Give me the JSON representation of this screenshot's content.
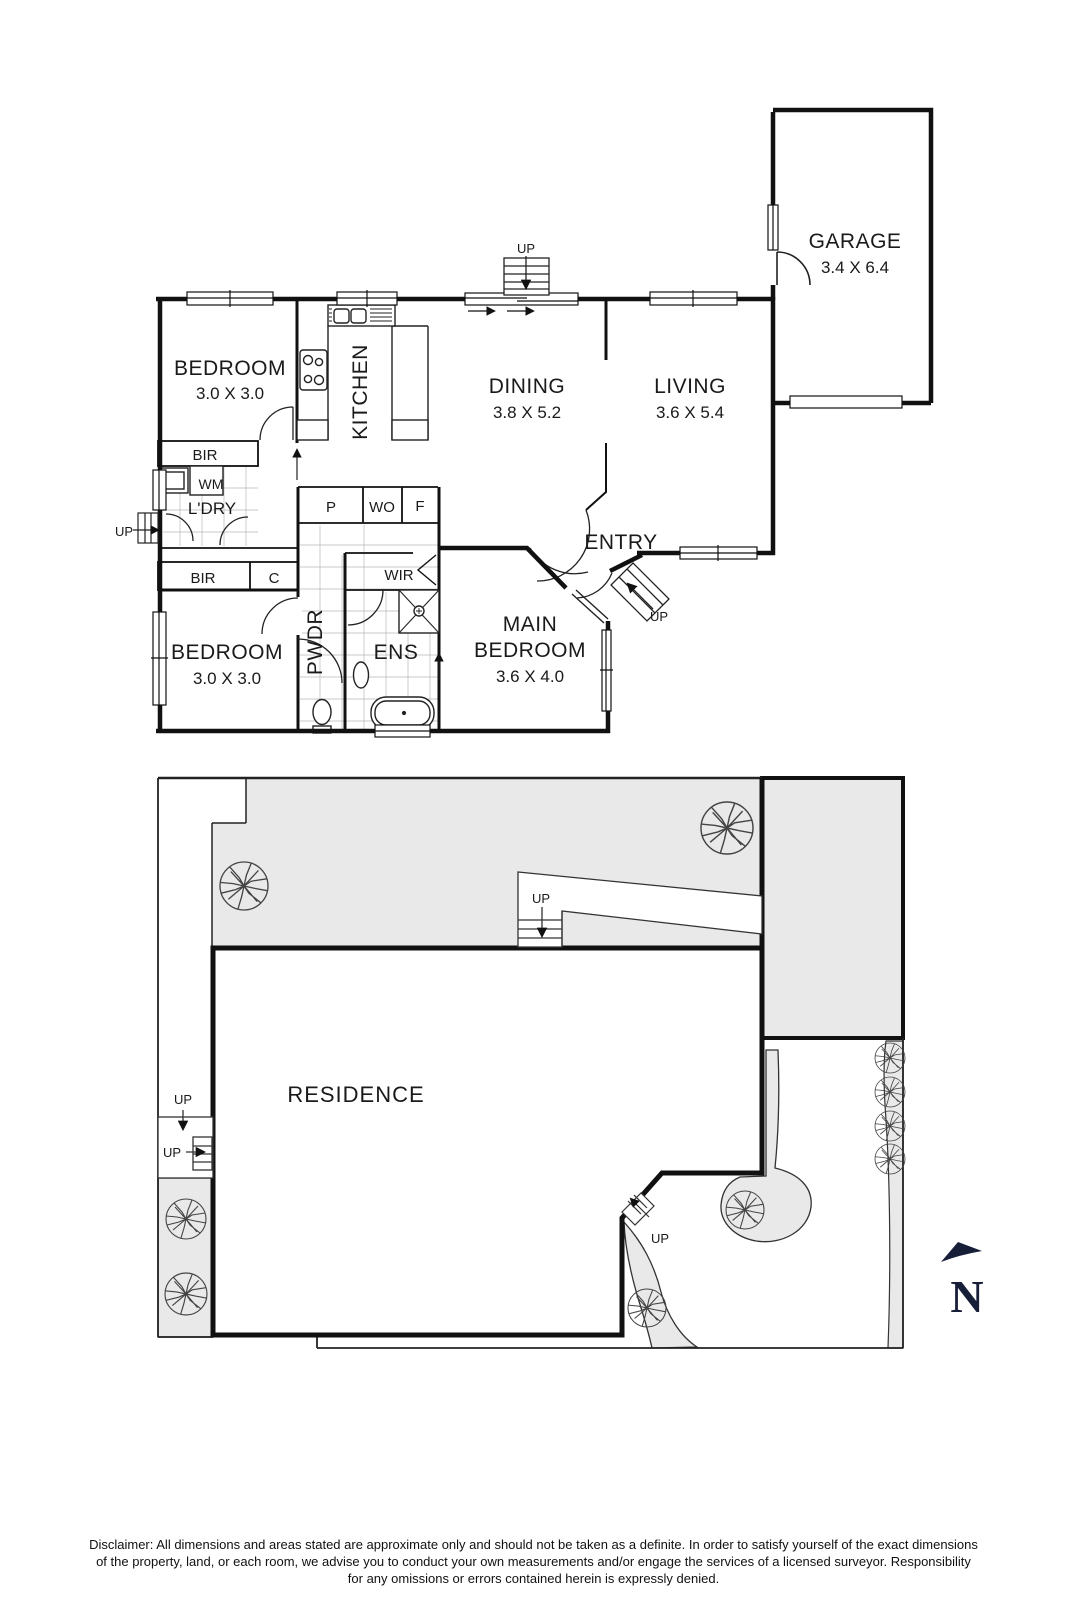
{
  "floor_plan": {
    "rooms": {
      "bedroom1": {
        "name": "BEDROOM",
        "dims": "3.0 X 3.0"
      },
      "kitchen": {
        "name": "KITCHEN"
      },
      "dining": {
        "name": "DINING",
        "dims": "3.8 X 5.2"
      },
      "living": {
        "name": "LIVING",
        "dims": "3.6 X 5.4"
      },
      "garage": {
        "name": "GARAGE",
        "dims": "3.4 X 6.4"
      },
      "entry": {
        "name": "ENTRY"
      },
      "main_bedroom": {
        "name_line1": "MAIN",
        "name_line2": "BEDROOM",
        "dims": "3.6 X 4.0"
      },
      "bedroom2": {
        "name": "BEDROOM",
        "dims": "3.0 X 3.0"
      },
      "ensuite": {
        "name": "ENS"
      },
      "wir": {
        "name": "WIR"
      },
      "powder": {
        "name": "PWDR"
      },
      "laundry": {
        "name": "L'DRY"
      }
    },
    "fixtures": {
      "bir1": "BIR",
      "bir2": "BIR",
      "cupboard": "C",
      "washing_machine": "WM",
      "pantry": "P",
      "wall_oven": "WO",
      "fridge": "F"
    },
    "stairs_label": "UP"
  },
  "site_plan": {
    "residence": "RESIDENCE",
    "stairs_label": "UP"
  },
  "compass": {
    "north": "N"
  },
  "colors": {
    "wall": "#111111",
    "site_fill": "#e9e9e9",
    "compass": "#171e38"
  },
  "disclaimer": {
    "line1": "Disclaimer: All dimensions and areas stated are approximate only and should not be taken as a definite. In order to satisfy yourself of the exact dimensions",
    "line2": "of the property, land, or each room, we advise you to conduct your own measurements and/or engage the services of a licensed surveyor. Responsibility",
    "line3": "for any omissions or errors contained herein is expressly denied."
  }
}
